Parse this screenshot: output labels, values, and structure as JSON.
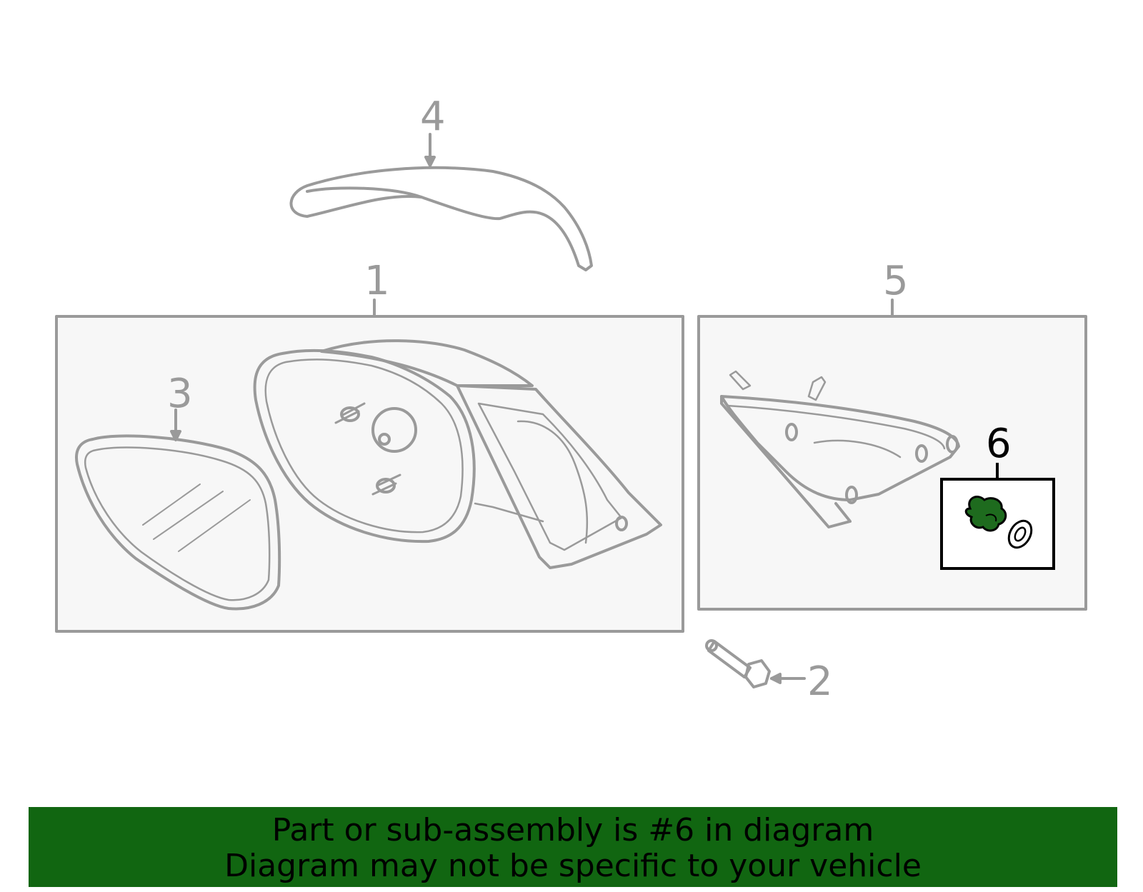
{
  "diagram": {
    "callouts": [
      {
        "id": "1",
        "text": "1",
        "highlighted": false
      },
      {
        "id": "2",
        "text": "2",
        "highlighted": false
      },
      {
        "id": "3",
        "text": "3",
        "highlighted": false
      },
      {
        "id": "4",
        "text": "4",
        "highlighted": false
      },
      {
        "id": "5",
        "text": "5",
        "highlighted": false
      },
      {
        "id": "6",
        "text": "6",
        "highlighted": true
      }
    ],
    "colors": {
      "line": "#9a9a9a",
      "panel_fill": "#f7f7f7",
      "highlight_part": "#1e6b1e",
      "highlight_box": "#000000",
      "banner_bg": "#116611",
      "banner_text": "#000000"
    }
  },
  "banner": {
    "line1": "Part or sub-assembly is #6 in diagram",
    "line2": "Diagram may not be specific to your vehicle"
  }
}
